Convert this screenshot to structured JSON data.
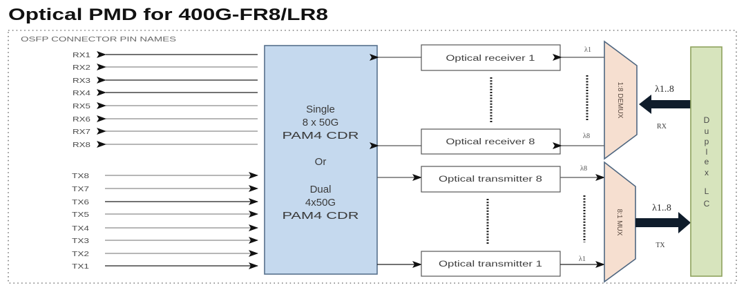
{
  "title": "Optical PMD for 400G-FR8/LR8",
  "section_label": "OSFP CONNECTOR PIN NAMES",
  "rx_pins": [
    "RX1",
    "RX2",
    "RX3",
    "RX4",
    "RX5",
    "RX6",
    "RX7",
    "RX8"
  ],
  "tx_pins": [
    "TX8",
    "TX7",
    "TX6",
    "TX5",
    "TX4",
    "TX3",
    "TX2",
    "TX1"
  ],
  "cdr": {
    "lines": [
      "Single",
      "8 x 50G",
      "PAM4 CDR",
      "Or",
      "Dual",
      "4x50G",
      "PAM4 CDR"
    ]
  },
  "receivers": [
    {
      "label": "Optical receiver 1",
      "wavelength": "λ1"
    },
    {
      "label": "Optical receiver 8",
      "wavelength": "λ8"
    }
  ],
  "transmitters": [
    {
      "label": "Optical transmitter 8",
      "wavelength": "λ8"
    },
    {
      "label": "Optical transmitter 1",
      "wavelength": "λ1"
    }
  ],
  "demux": {
    "label": "1:8 DEMUX"
  },
  "mux": {
    "label": "8:1 MUX"
  },
  "rx_bus": {
    "wavelengths": "λ1..8",
    "label": "RX"
  },
  "tx_bus": {
    "wavelengths": "λ1..8",
    "label": "TX"
  },
  "connector": {
    "letters": [
      "D",
      "u",
      "p",
      "l",
      "e",
      "x",
      "L",
      "C"
    ]
  },
  "colors": {
    "cdr_fill": "#c5d9ee",
    "cdr_border": "#56708c",
    "mux_fill": "#f6dfd0",
    "mux_border": "#4e6680",
    "connector_fill": "#d7e4bd",
    "connector_border": "#8ea25c",
    "bus_arrow": "#0f1c2b"
  }
}
